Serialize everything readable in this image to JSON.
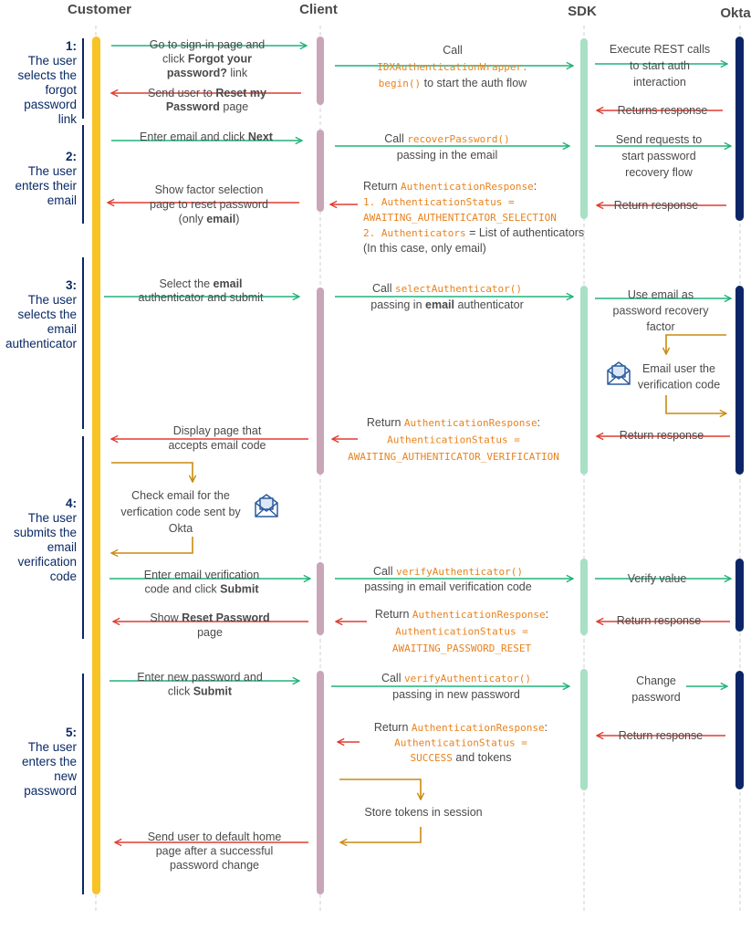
{
  "colors": {
    "customer_bar": "#f7c325",
    "client_bar": "#c8a6b8",
    "sdk_bar": "#a8e0c6",
    "okta_bar": "#0b2566",
    "step_bracket": "#0b2566",
    "arrow_green": "#21b27a",
    "arrow_red": "#e03c31",
    "arrow_gold": "#c98a12",
    "code_orange": "#e8821e",
    "icon_blue": "#2b5c9e"
  },
  "lanes": [
    {
      "id": "customer",
      "label": "Customer"
    },
    {
      "id": "client",
      "label": "Client"
    },
    {
      "id": "sdk",
      "label": "SDK"
    },
    {
      "id": "okta",
      "label": "Okta"
    }
  ],
  "steps": [
    {
      "num": "1:",
      "lines": [
        "The user",
        "selects the",
        "forgot",
        "password",
        "link"
      ]
    },
    {
      "num": "2:",
      "lines": [
        "The user",
        "enters their",
        "email"
      ]
    },
    {
      "num": "3:",
      "lines": [
        "The user",
        "selects the",
        "email",
        "authenticator"
      ]
    },
    {
      "num": "4:",
      "lines": [
        "The user",
        "submits the",
        "email",
        "verification",
        "code"
      ]
    },
    {
      "num": "5:",
      "lines": [
        "The user",
        "enters the",
        "new",
        "password"
      ]
    }
  ],
  "messages": [
    {
      "id": "go-signin",
      "lines": [
        [
          [
            "Go to sign-in page and"
          ]
        ],
        [
          [
            "click "
          ],
          [
            "Forgot your",
            "b"
          ]
        ],
        [
          [
            "password?",
            "b"
          ],
          [
            " link"
          ]
        ]
      ]
    },
    {
      "id": "call-begin",
      "lines": [
        [
          [
            "Call"
          ]
        ],
        [
          [
            "IDXAuthenticationWrapper.",
            "c"
          ]
        ],
        [
          [
            "begin()",
            "c"
          ],
          [
            " to start the auth flow"
          ]
        ]
      ]
    },
    {
      "id": "exec-rest",
      "lines": [
        [
          [
            "Execute REST calls"
          ]
        ],
        [
          [
            "to start auth"
          ]
        ],
        [
          [
            "interaction"
          ]
        ]
      ]
    },
    {
      "id": "returns-response",
      "lines": [
        [
          [
            "Returns response"
          ]
        ]
      ]
    },
    {
      "id": "send-reset",
      "lines": [
        [
          [
            "Send user to "
          ],
          [
            "Reset my",
            "b"
          ]
        ],
        [
          [
            "Password",
            "b"
          ],
          [
            " page"
          ]
        ]
      ]
    },
    {
      "id": "enter-email",
      "lines": [
        [
          [
            "Enter email and click "
          ],
          [
            "Next",
            "b"
          ]
        ]
      ]
    },
    {
      "id": "call-recover",
      "lines": [
        [
          [
            "Call "
          ],
          [
            "recoverPassword()",
            "c"
          ]
        ],
        [
          [
            "passing in the email"
          ]
        ]
      ]
    },
    {
      "id": "send-recovery",
      "lines": [
        [
          [
            "Send requests to"
          ]
        ],
        [
          [
            "start password"
          ]
        ],
        [
          [
            "recovery flow"
          ]
        ]
      ]
    },
    {
      "id": "show-factor",
      "lines": [
        [
          [
            "Show factor selection"
          ]
        ],
        [
          [
            "page to reset password"
          ]
        ],
        [
          [
            "(only "
          ],
          [
            "email",
            "b"
          ],
          [
            ")"
          ]
        ]
      ]
    },
    {
      "id": "return-auth1",
      "lines": [
        [
          [
            "Return "
          ],
          [
            "AuthenticationResponse",
            "c"
          ],
          [
            ":"
          ]
        ],
        [
          [
            "1. ",
            "c"
          ],
          [
            "AuthenticationStatus =",
            "c"
          ]
        ],
        [
          [
            "AWAITING_AUTHENTICATOR_SELECTION",
            "c"
          ]
        ],
        [
          [
            "2. ",
            "c"
          ],
          [
            "Authenticators",
            "c"
          ],
          [
            " = List of authenticators"
          ]
        ],
        [
          [
            "(In this case, only email)"
          ]
        ]
      ]
    },
    {
      "id": "return-response-2",
      "lines": [
        [
          [
            "Return response"
          ]
        ]
      ]
    },
    {
      "id": "select-email",
      "lines": [
        [
          [
            "Select the "
          ],
          [
            "email",
            "b"
          ]
        ],
        [
          [
            "authenticator and submit"
          ]
        ]
      ]
    },
    {
      "id": "call-select",
      "lines": [
        [
          [
            "Call "
          ],
          [
            "selectAuthenticator()",
            "c"
          ]
        ],
        [
          [
            "passing in "
          ],
          [
            "email",
            "b"
          ],
          [
            " authenticator"
          ]
        ]
      ]
    },
    {
      "id": "use-email",
      "lines": [
        [
          [
            "Use email as"
          ]
        ],
        [
          [
            "password recovery"
          ]
        ],
        [
          [
            "factor"
          ]
        ]
      ]
    },
    {
      "id": "email-user",
      "lines": [
        [
          [
            "Email user the"
          ]
        ],
        [
          [
            "verification code"
          ]
        ]
      ]
    },
    {
      "id": "display-page",
      "lines": [
        [
          [
            "Display page that"
          ]
        ],
        [
          [
            "accepts email code"
          ]
        ]
      ]
    },
    {
      "id": "return-auth2",
      "lines": [
        [
          [
            "Return "
          ],
          [
            "AuthenticationResponse",
            "c"
          ],
          [
            ":"
          ]
        ],
        [
          [
            "AuthenticationStatus =",
            "c"
          ]
        ],
        [
          [
            "AWAITING_AUTHENTICATOR_VERIFICATION",
            "c"
          ]
        ]
      ]
    },
    {
      "id": "return-response-3",
      "lines": [
        [
          [
            "Return response"
          ]
        ]
      ]
    },
    {
      "id": "check-email",
      "lines": [
        [
          [
            "Check email for the"
          ]
        ],
        [
          [
            "verfication code sent by"
          ]
        ],
        [
          [
            "Okta"
          ]
        ]
      ]
    },
    {
      "id": "enter-code",
      "lines": [
        [
          [
            "Enter email verification"
          ]
        ],
        [
          [
            "code and click "
          ],
          [
            "Submit",
            "b"
          ]
        ]
      ]
    },
    {
      "id": "call-verify1",
      "lines": [
        [
          [
            "Call "
          ],
          [
            "verifyAuthenticator()",
            "c"
          ]
        ],
        [
          [
            "passing in email verification code"
          ]
        ]
      ]
    },
    {
      "id": "verify-value",
      "lines": [
        [
          [
            "Verify value"
          ]
        ]
      ]
    },
    {
      "id": "show-reset",
      "lines": [
        [
          [
            "Show "
          ],
          [
            "Reset Password",
            "b"
          ]
        ],
        [
          [
            "page"
          ]
        ]
      ]
    },
    {
      "id": "return-auth3",
      "lines": [
        [
          [
            "Return "
          ],
          [
            "AuthenticationResponse",
            "c"
          ],
          [
            ":"
          ]
        ],
        [
          [
            "AuthenticationStatus =",
            "c"
          ]
        ],
        [
          [
            "AWAITING_PASSWORD_RESET",
            "c"
          ]
        ]
      ]
    },
    {
      "id": "return-response-4",
      "lines": [
        [
          [
            "Return response"
          ]
        ]
      ]
    },
    {
      "id": "enter-new-pw",
      "lines": [
        [
          [
            "Enter new password and"
          ]
        ],
        [
          [
            "click "
          ],
          [
            "Submit",
            "b"
          ]
        ]
      ]
    },
    {
      "id": "call-verify2",
      "lines": [
        [
          [
            "Call "
          ],
          [
            "verifyAuthenticator()",
            "c"
          ]
        ],
        [
          [
            "passing in new password"
          ]
        ]
      ]
    },
    {
      "id": "change-pw",
      "lines": [
        [
          [
            "Change"
          ]
        ],
        [
          [
            "password"
          ]
        ]
      ]
    },
    {
      "id": "return-response-5",
      "lines": [
        [
          [
            "Return response"
          ]
        ]
      ]
    },
    {
      "id": "return-auth4",
      "lines": [
        [
          [
            "Return "
          ],
          [
            "AuthenticationResponse",
            "c"
          ],
          [
            ":"
          ]
        ],
        [
          [
            "AuthenticationStatus =",
            "c"
          ]
        ],
        [
          [
            "SUCCESS",
            "c"
          ],
          [
            " and tokens"
          ]
        ]
      ]
    },
    {
      "id": "store-tokens",
      "lines": [
        [
          [
            "Store tokens in session"
          ]
        ]
      ]
    },
    {
      "id": "send-home",
      "lines": [
        [
          [
            "Send user to default home"
          ]
        ],
        [
          [
            "page after a successful"
          ]
        ],
        [
          [
            "password change"
          ]
        ]
      ]
    }
  ],
  "icons": [
    {
      "id": "email-icon-1",
      "name": "envelope-icon"
    },
    {
      "id": "email-icon-2",
      "name": "envelope-icon"
    }
  ]
}
